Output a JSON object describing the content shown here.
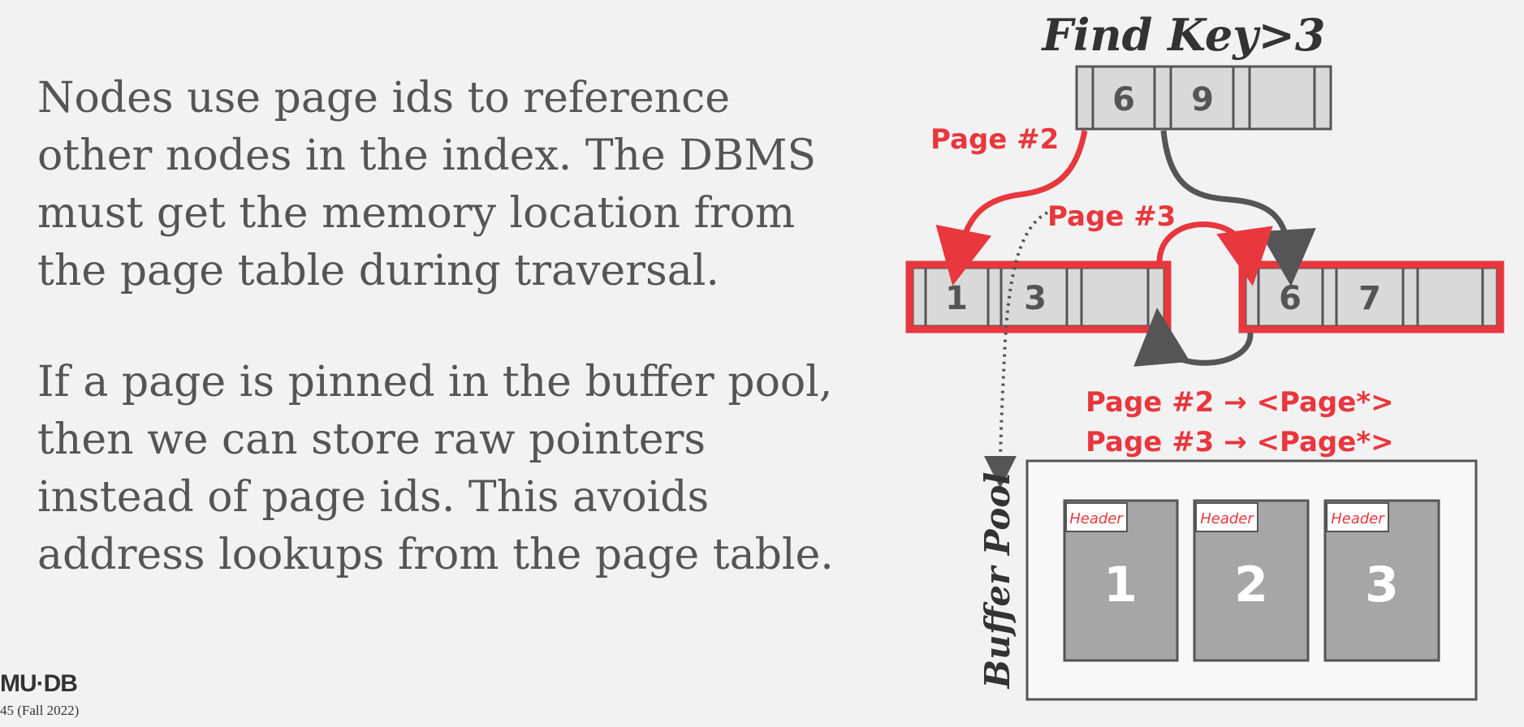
{
  "text": {
    "paragraph1": "Nodes use page ids to reference other nodes in the index. The DBMS must get the memory location from the page table during traversal.",
    "paragraph2": "If a page is pinned in the buffer pool, then we can store raw pointers instead of page ids. This avoids address lookups from the page table."
  },
  "footer": {
    "logo": "MU·DB",
    "course": "45 (Fall 2022)"
  },
  "diagram": {
    "title": "Find Key>3",
    "root_keys": [
      "6",
      "9"
    ],
    "left_leaf_keys": [
      "1",
      "3"
    ],
    "right_leaf_keys": [
      "6",
      "7"
    ],
    "page2_label": "Page  #2",
    "page3_label": "Page  #3",
    "mapping": [
      "Page  #2  →  <Page*>",
      "Page  #3  →  <Page*>"
    ],
    "buffer_pool_label": "Buffer Pool",
    "pages": [
      {
        "header": "Header",
        "number": "1"
      },
      {
        "header": "Header",
        "number": "2"
      },
      {
        "header": "Header",
        "number": "3"
      }
    ],
    "colors": {
      "highlight": "#e8373d",
      "node_fill": "#d9d9d9",
      "node_stroke": "#555555",
      "page_fill": "#a6a6a6",
      "body_text": "#555555"
    }
  }
}
